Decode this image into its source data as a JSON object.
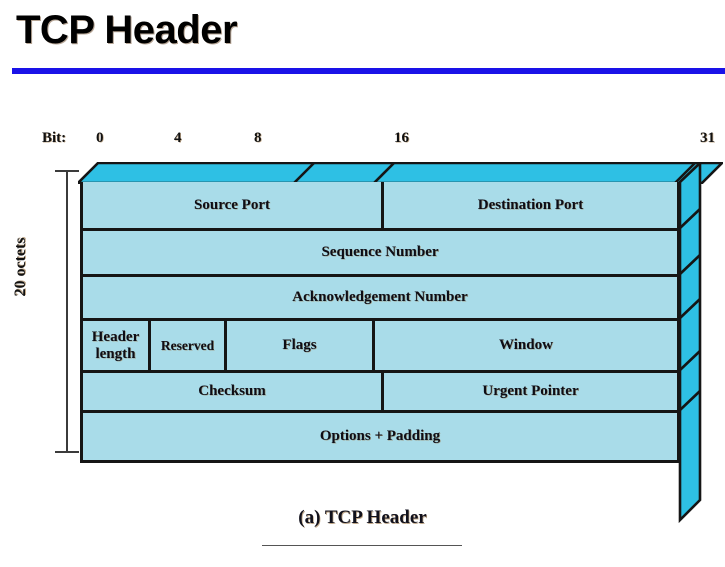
{
  "slide": {
    "title": "TCP Header",
    "accent_color": "#1a12e8",
    "background": "#ffffff"
  },
  "diagram": {
    "colors": {
      "front_face": "#a9dce9",
      "top_face": "#2ec0e4",
      "side_face": "#2ec0e4",
      "outline": "#151515"
    },
    "bit_ruler": {
      "caption": "Bit:",
      "ticks": [
        "0",
        "4",
        "8",
        "16",
        "31"
      ]
    },
    "size_bracket": {
      "label": "20 octets"
    },
    "rows": [
      {
        "name": "ports-row",
        "cells": [
          {
            "label": "Source Port",
            "width_bits": 16
          },
          {
            "label": "Destination Port",
            "width_bits": 16
          }
        ]
      },
      {
        "name": "sequence-row",
        "cells": [
          {
            "label": "Sequence Number",
            "width_bits": 32
          }
        ]
      },
      {
        "name": "acknowledgement-row",
        "cells": [
          {
            "label": "Acknowledgement Number",
            "width_bits": 32
          }
        ]
      },
      {
        "name": "control-row",
        "cells": [
          {
            "label": "Header length",
            "width_bits": 4
          },
          {
            "label": "Reserved",
            "width_bits": 6
          },
          {
            "label": "Flags",
            "width_bits": 6
          },
          {
            "label": "Window",
            "width_bits": 16
          }
        ]
      },
      {
        "name": "checksum-row",
        "cells": [
          {
            "label": "Checksum",
            "width_bits": 16
          },
          {
            "label": "Urgent Pointer",
            "width_bits": 16
          }
        ]
      },
      {
        "name": "options-row",
        "cells": [
          {
            "label": "Options + Padding",
            "width_bits": 32
          }
        ]
      }
    ]
  },
  "caption": "(a) TCP Header"
}
